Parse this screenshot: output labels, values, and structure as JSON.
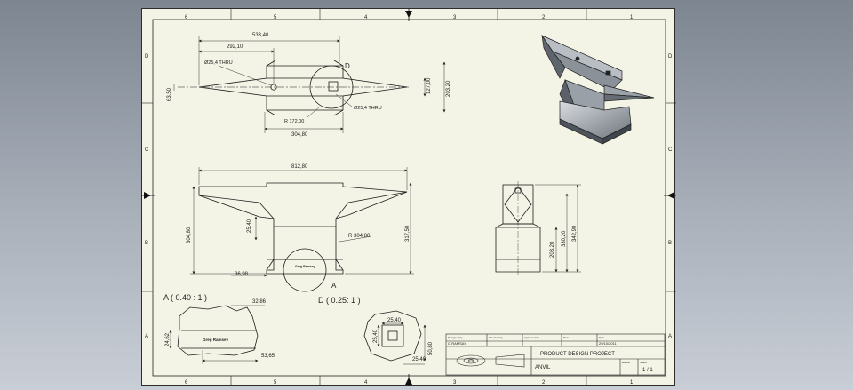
{
  "zones": {
    "cols": [
      "6",
      "5",
      "4",
      "3",
      "2",
      "1"
    ],
    "rows": [
      "D",
      "C",
      "B",
      "A"
    ]
  },
  "top_view": {
    "dims": [
      "533,40",
      "292,10",
      "Ø25,4 THRU",
      "63,50",
      "127,00",
      "203,20",
      "R 172,00",
      "304,80",
      "Ø25,4 THRU"
    ],
    "detail_marker": "D"
  },
  "front_view": {
    "dims": [
      "812,80",
      "25,40",
      "304,80",
      "R 304,80",
      "317,50",
      "36,98"
    ],
    "detail_marker": "A",
    "stamp": "Greg Ramsey"
  },
  "side_view": {
    "dims": [
      "203,20",
      "330,20",
      "342,90"
    ]
  },
  "detail_a": {
    "title": "A ( 0.40 : 1 )",
    "dims": [
      "32,86",
      "24,62",
      "53,65"
    ]
  },
  "detail_d": {
    "title": "D ( 0.25: 1 )",
    "dims": [
      "25,40",
      "25,40",
      "50,80",
      "25,40"
    ]
  },
  "title_block": {
    "labels": [
      "Designed by",
      "Checked by",
      "Approved by",
      "Date",
      "Date"
    ],
    "designer": "G.RAMSAY",
    "date": "29/10/2011",
    "project": "PRODUCT DESIGN PROJECT",
    "part": "ANVIL",
    "edition_label": "Edition",
    "sheet_label": "Sheet",
    "sheet": "1 / 1"
  },
  "colors": {
    "paper": "#f4f4e6",
    "line": "#1e1e1e",
    "background": "#9aa1ab"
  }
}
